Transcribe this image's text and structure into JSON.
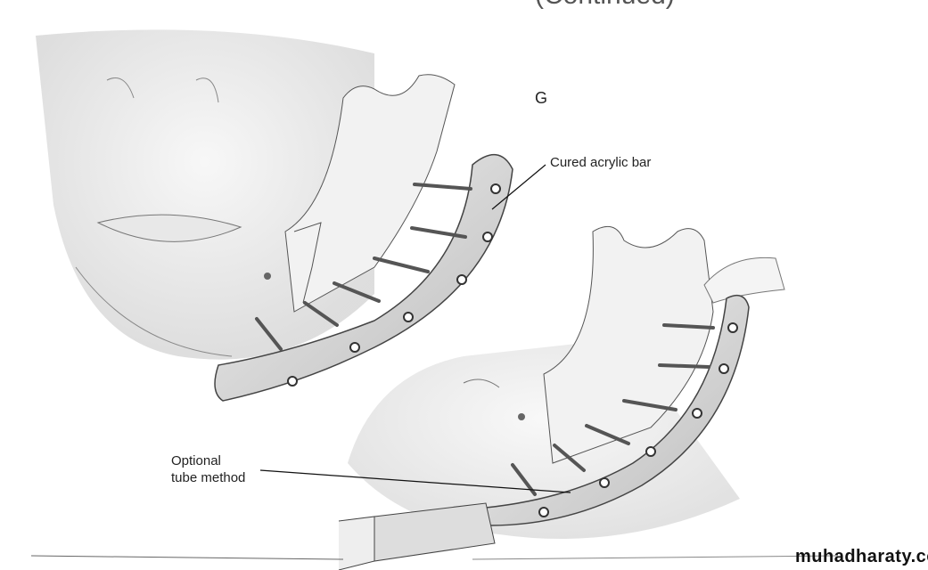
{
  "header": {
    "title": "(Continued)"
  },
  "figure": {
    "panel_letter": "G",
    "labels": {
      "cured_acrylic_bar": "Cured acrylic bar",
      "optional_line1": "Optional",
      "optional_line2": "tube method"
    }
  },
  "watermark": "muhadharaty.com"
}
